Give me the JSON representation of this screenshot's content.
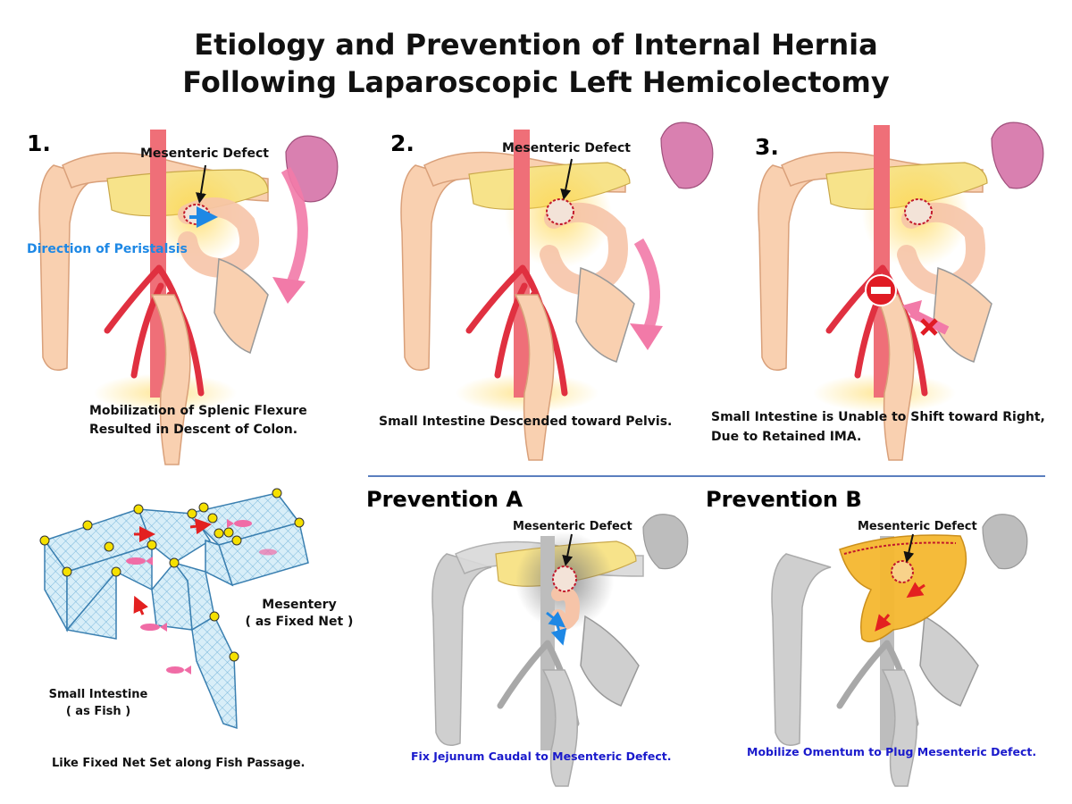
{
  "title": {
    "line1": "Etiology and Prevention of Internal Hernia",
    "line2": "Following Laparoscopic Left Hemicolectomy"
  },
  "panels": [
    {
      "number": "1.",
      "defect_label": "Mesenteric Defect",
      "extra_label": "Direction of Peristalsis",
      "caption_line1": "Mobilization of Splenic Flexure",
      "caption_line2": "Resulted in Descent of Colon."
    },
    {
      "number": "2.",
      "defect_label": "Mesenteric Defect",
      "caption_line1": "Small Intestine Descended toward Pelvis."
    },
    {
      "number": "3.",
      "defect_label": "",
      "caption_line1": "Small Intestine is Unable to Shift toward Right,",
      "caption_line2": "Due to Retained IMA."
    }
  ],
  "analogy": {
    "mesentery_line1": "Mesentery",
    "mesentery_line2": "( as Fixed Net )",
    "intestine_line1": "Small Intestine",
    "intestine_line2": "( as Fish )",
    "caption": "Like Fixed Net Set along Fish Passage."
  },
  "prevention_a": {
    "title": "Prevention A",
    "defect_label": "Mesenteric Defect",
    "caption": "Fix Jejunum Caudal to Mesenteric Defect."
  },
  "prevention_b": {
    "title": "Prevention B",
    "defect_label": "Mesenteric Defect",
    "caption": "Mobilize Omentum to Plug Mesenteric Defect."
  },
  "colors": {
    "colon": "#f9d0b0",
    "colon_outline": "#d9a07a",
    "pancreas": "#f7e38a",
    "vessel": "#e03040",
    "spleen": "#d980b0",
    "arrow_pink": "#f27aa8",
    "peristalsis_blue": "#1e88e5",
    "net": "#5aa8d6",
    "net_node": "#f5e000",
    "fish": "#f06ca6",
    "gray_organ": "#c8c8c8",
    "omentum": "#f5b830",
    "caption_blue": "#1a1acc",
    "divider": "#5b7fbf"
  },
  "icons": [
    "no-entry-icon",
    "blocked-cross-icon",
    "peristalsis-arrow-icon",
    "descent-arrow-icon"
  ]
}
